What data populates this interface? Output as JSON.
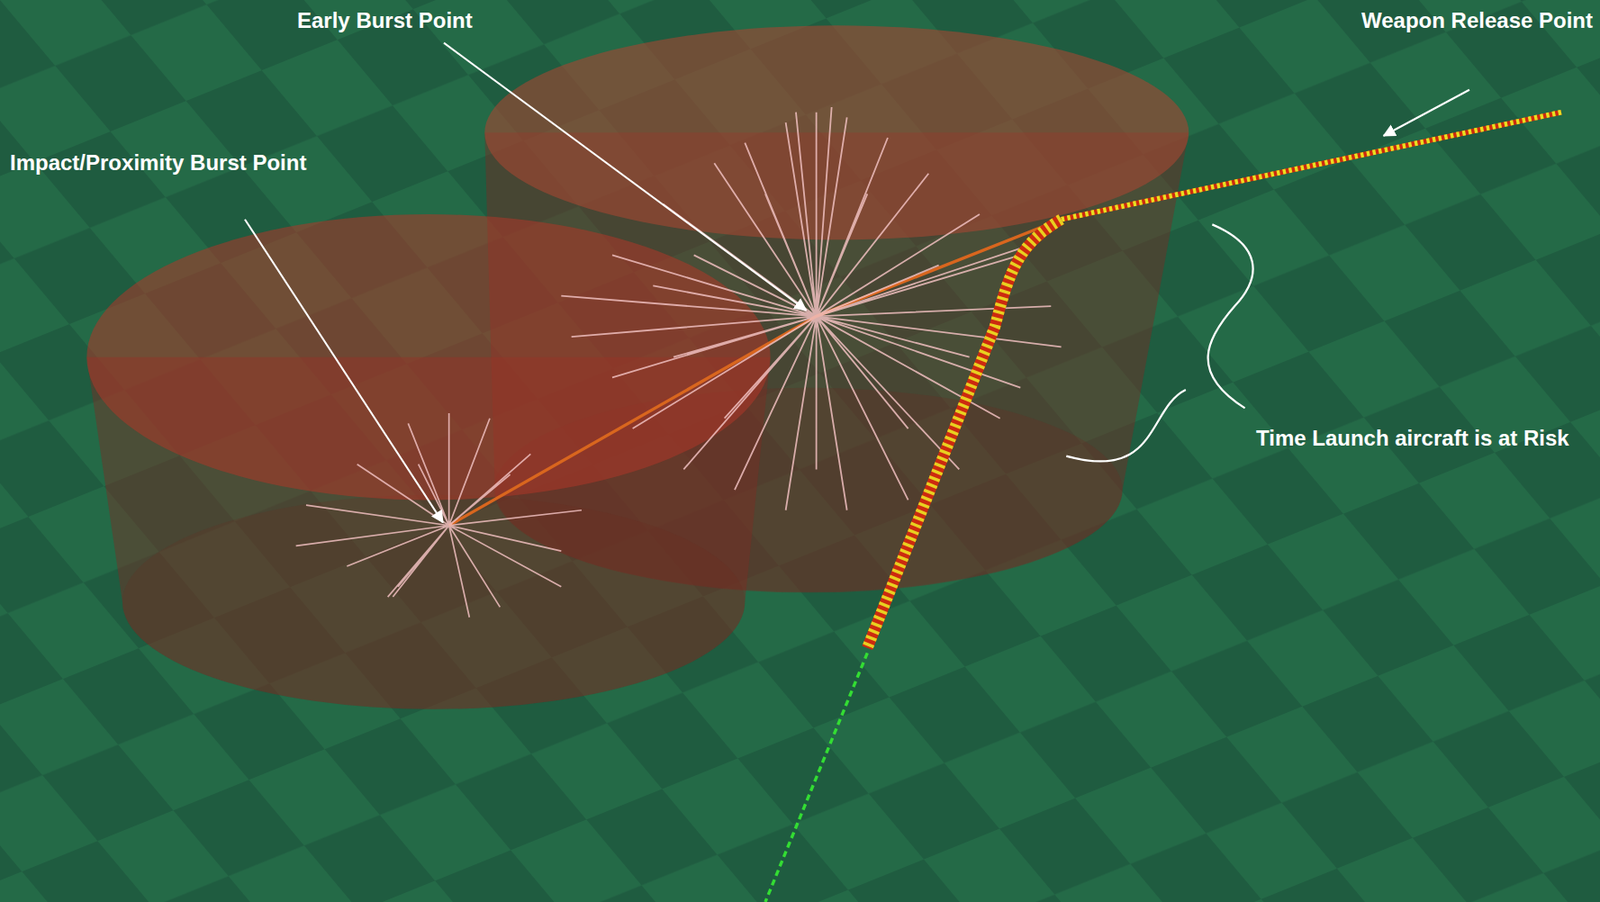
{
  "diagram": {
    "labels": [
      "Early Burst Point",
      "Weapon Release Point",
      "Impact/Proximity Burst Point",
      "Time Launch aircraft is at Risk"
    ]
  }
}
